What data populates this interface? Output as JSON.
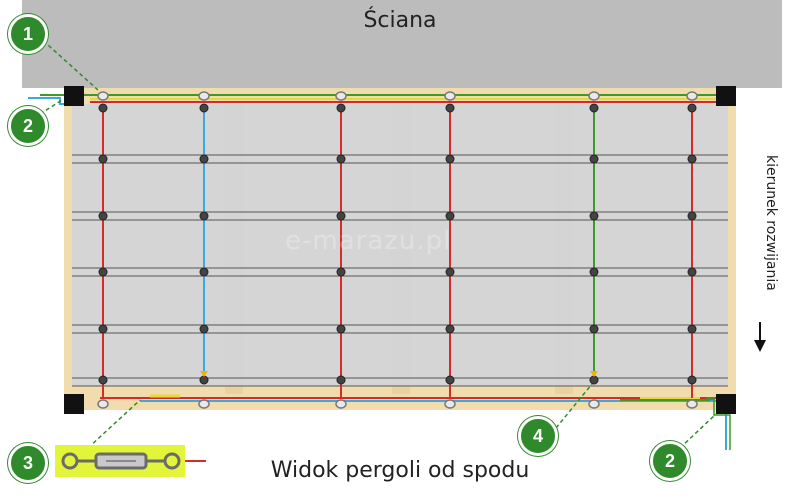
{
  "wall_label": "Ściana",
  "direction_label": "kierunek rozwijania",
  "caption": "Widok pergoli od spodu",
  "watermark": "e-marazu.pl",
  "badges": [
    "1",
    "2",
    "3",
    "4",
    "2"
  ],
  "colors": {
    "wall": "#bcbcbc",
    "wood": "#f1dcae",
    "fabric": "#d4d4d7",
    "corner": "#111111",
    "badge": "#2f8a2b",
    "red_cable": "#d62b2b",
    "blue_cable": "#3aa9e0",
    "green_cable": "#3c9a2c",
    "turnbuckle_bg": "#e3f53a"
  },
  "icons": [
    "corner-post-icon",
    "eyelet-icon",
    "turnbuckle-icon",
    "direction-arrow-icon"
  ]
}
